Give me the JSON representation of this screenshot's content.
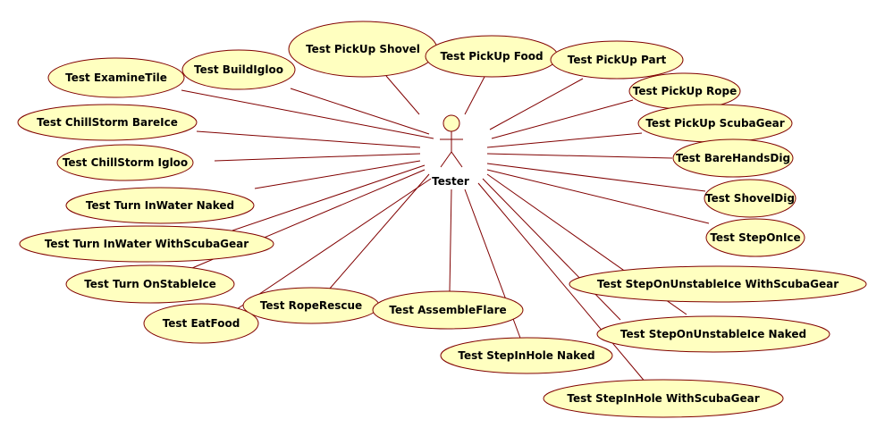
{
  "actor": {
    "label": "Tester"
  },
  "use_cases": [
    {
      "id": "pickup-shovel",
      "label": "Test PickUp Shovel"
    },
    {
      "id": "pickup-food",
      "label": "Test PickUp Food"
    },
    {
      "id": "pickup-part",
      "label": "Test PickUp Part"
    },
    {
      "id": "examine-tile",
      "label": "Test ExamineTile"
    },
    {
      "id": "build-igloo",
      "label": "Test BuildIgloo"
    },
    {
      "id": "pickup-rope",
      "label": "Test PickUp Rope"
    },
    {
      "id": "pickup-scubagear",
      "label": "Test PickUp ScubaGear"
    },
    {
      "id": "chillstorm-bareice",
      "label": "Test ChillStorm BareIce"
    },
    {
      "id": "chillstorm-igloo",
      "label": "Test ChillStorm Igloo"
    },
    {
      "id": "barehands-dig",
      "label": "Test BareHandsDig"
    },
    {
      "id": "shovel-dig",
      "label": "Test ShovelDig"
    },
    {
      "id": "turn-inwater-naked",
      "label": "Test Turn InWater Naked"
    },
    {
      "id": "step-on-ice",
      "label": "Test StepOnIce"
    },
    {
      "id": "turn-inwater-scubagear",
      "label": "Test Turn InWater WithScubaGear"
    },
    {
      "id": "turn-onstableice",
      "label": "Test Turn OnStableIce"
    },
    {
      "id": "step-unstableice-scubagear",
      "label": "Test StepOnUnstableIce WithScubaGear"
    },
    {
      "id": "rope-rescue",
      "label": "Test RopeRescue"
    },
    {
      "id": "assemble-flare",
      "label": "Test AssembleFlare"
    },
    {
      "id": "eat-food",
      "label": "Test EatFood"
    },
    {
      "id": "step-unstableice-naked",
      "label": "Test StepOnUnstableIce Naked"
    },
    {
      "id": "step-inhole-naked",
      "label": "Test StepInHole Naked"
    },
    {
      "id": "step-inhole-scubagear",
      "label": "Test StepInHole WithScubaGear"
    }
  ],
  "colors": {
    "use_case_fill": "#ffffc0",
    "outline": "#800000",
    "text": "#000000",
    "background": "#ffffff"
  }
}
